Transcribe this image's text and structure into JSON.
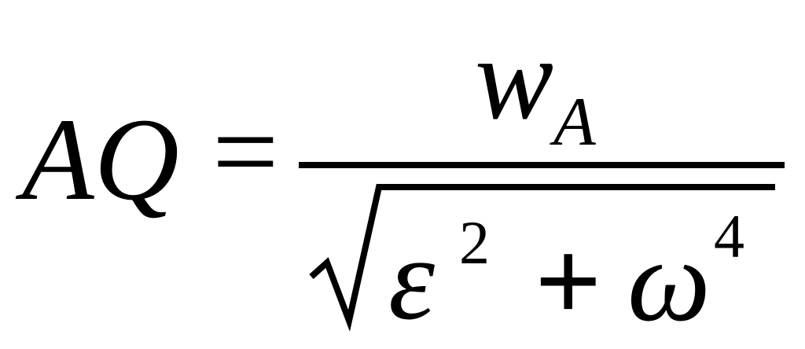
{
  "equation": {
    "lhs": "AQ",
    "equals": "=",
    "numerator": {
      "variable": "w",
      "subscript": "A"
    },
    "denominator": {
      "term1": {
        "base": "ε",
        "exponent": "2"
      },
      "operator": "+",
      "term2": {
        "base": "ω",
        "exponent": "4"
      }
    }
  }
}
